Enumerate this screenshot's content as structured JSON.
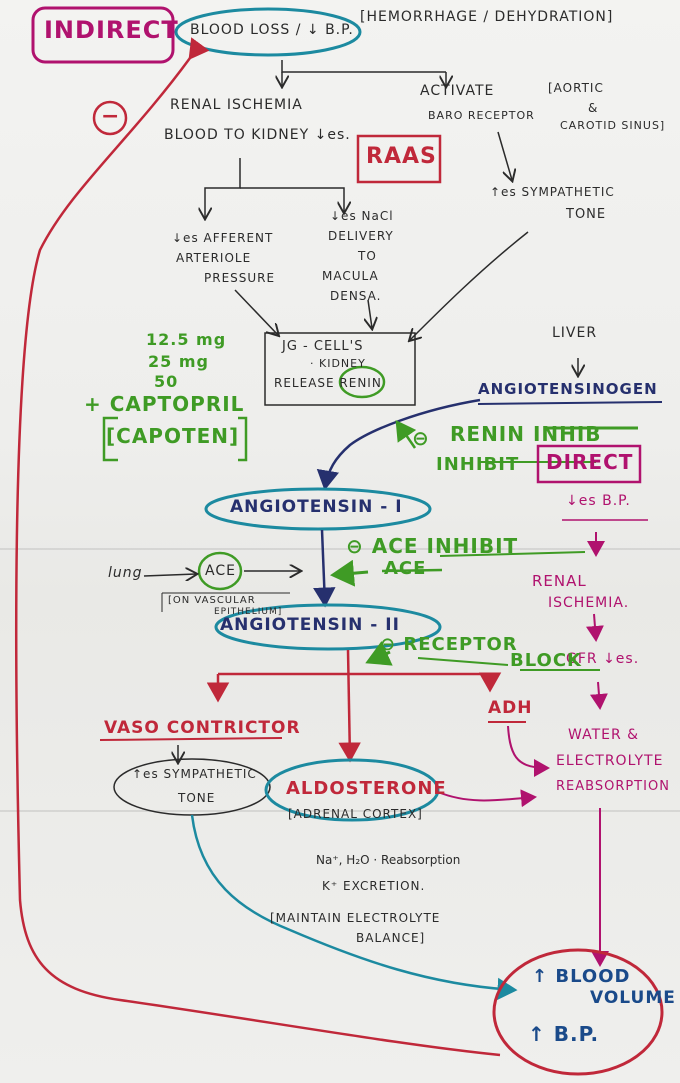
{
  "top": {
    "indirect": "INDIRECT",
    "trigger": "BLOOD LOSS / ↓ B.P.",
    "cause": "[HEMORRHAGE / DEHYDRATION]",
    "minus": "−"
  },
  "renal": {
    "line1": "RENAL ISCHEMIA",
    "line2": "BLOOD TO KIDNEY ↓es.",
    "raas": "RAAS",
    "afferent": [
      "↓es AFFERENT",
      "ARTERIOLE",
      "PRESSURE"
    ],
    "nacl": [
      "↓es NaCl",
      "DELIVERY",
      "TO",
      "MACULA",
      "DENSA."
    ]
  },
  "baro": {
    "line1": "ACTIVATE",
    "line2": "BARO RECEPTOR",
    "sites": [
      "[AORTIC",
      "&",
      "CAROTID SINUS]"
    ],
    "sympathetic": [
      "↑es SYMPATHETIC",
      "TONE"
    ]
  },
  "jg": {
    "lines": [
      "JG - CELL'S",
      "· KIDNEY",
      "RELEASE RENIN"
    ]
  },
  "captopril": {
    "doses": [
      "12.5 mg",
      "25 mg",
      "50"
    ],
    "name": "+ CAPTOPRIL",
    "brand": "[CAPOTEN]"
  },
  "liver": {
    "label": "LIVER",
    "substrate": "ANGIOTENSINOGEN"
  },
  "renin_inhib": {
    "minus": "⊖",
    "line1": "RENIN INHIB",
    "line2": "INHIBIT",
    "direct": "DIRECT"
  },
  "ang1": "ANGIOTENSIN - I",
  "direct_path": {
    "bp": "↓es B.P.",
    "ischemia": [
      "RENAL",
      "ISCHEMIA."
    ],
    "gfr": "GFR ↓es.",
    "water": [
      "WATER &",
      "ELECTROLYTE",
      "REABSORPTION"
    ]
  },
  "ace": {
    "lung": "lung",
    "ace": "ACE",
    "site": [
      "[ON VASCULAR",
      "EPITHELIUM]"
    ],
    "inhibit": "⊖ ACE INHIBIT",
    "ace_struck": "ACE"
  },
  "ang2": "ANGIOTENSIN - II",
  "receptor": {
    "line1": "⊖ RECEPTOR",
    "line2": "BLOCK"
  },
  "effects": {
    "vaso": "VASO CONTRICTOR",
    "sym_tone": [
      "↑es SYMPATHETIC",
      "TONE"
    ],
    "adh": "ADH",
    "aldo": "ALDOSTERONE",
    "cortex": "[ADRENAL CORTEX]"
  },
  "aldo_effects": [
    "Na⁺, H₂O · Reabsorption",
    "K⁺ EXCRETION.",
    "[MAINTAIN ELECTROLYTE",
    "BALANCE]"
  ],
  "outcome": [
    "↑ BLOOD",
    "VOLUME",
    "↑ B.P."
  ],
  "colors": {
    "red": "#c0283a",
    "green": "#3f9b25",
    "navy": "#26306e",
    "teal": "#1c8aa0",
    "magenta": "#b0126e",
    "black": "#2b2b2b"
  }
}
